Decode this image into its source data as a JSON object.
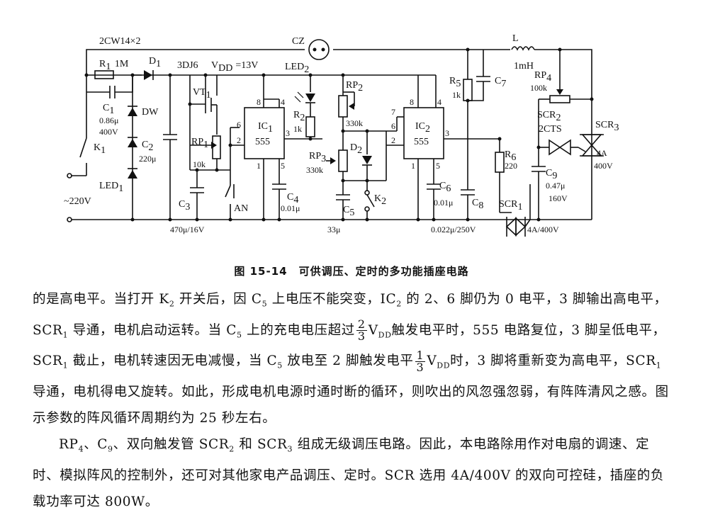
{
  "schematic": {
    "labels": {
      "zener_pair": "2CW14×2",
      "socket": "CZ",
      "inductor": "L",
      "inductor_value": "1mH",
      "r1": "R",
      "r1_sub": "1",
      "r1_value": "1M",
      "d1": "D",
      "d1_sub": "1",
      "transistor_type": "3DJ6",
      "vdd": "V",
      "vdd_sub": "DD",
      "vdd_value": "=13V",
      "led2": "LED",
      "led2_sub": "2",
      "c1": "C",
      "c1_sub": "1",
      "c1_value1": "0.86μ",
      "c1_value2": "400V",
      "dw": "DW",
      "k1": "K",
      "k1_sub": "1",
      "c2": "C",
      "c2_sub": "2",
      "c2_value": "220μ",
      "vt1": "VT",
      "vt1_sub": "1",
      "rp1": "RP",
      "rp1_sub": "1",
      "rp1_value": "10k",
      "ic1": "IC",
      "ic1_sub": "1",
      "ic1_type": "555",
      "r2": "R",
      "r2_sub": "2",
      "r2_value": "1k",
      "rp2": "RP",
      "rp2_sub": "2",
      "rp2_value": "330k",
      "rp3": "RP",
      "rp3_sub": "3",
      "rp3_value": "330k",
      "d2": "D",
      "d2_sub": "2",
      "ic2": "IC",
      "ic2_sub": "2",
      "ic2_type": "555",
      "r5": "R",
      "r5_sub": "5",
      "r5_value": "1k",
      "c7": "C",
      "c7_sub": "7",
      "rp4": "RP",
      "rp4_sub": "4",
      "rp4_value": "100k",
      "scr2": "SCR",
      "scr2_sub": "2",
      "scr2_type": "2CTS",
      "scr3": "SCR",
      "scr3_sub": "3",
      "scr3_value1": "4A",
      "scr3_value2": "400V",
      "r6": "R",
      "r6_sub": "6",
      "r6_value": "220",
      "c9": "C",
      "c9_sub": "9",
      "c9_value1": "0.47μ",
      "c9_value2": "160V",
      "led1": "LED",
      "led1_sub": "1",
      "ac": "~220V",
      "c3": "C",
      "c3_sub": "3",
      "an": "AN",
      "c4": "C",
      "c4_sub": "4",
      "c4_value": "0.01μ",
      "c5": "C",
      "c5_sub": "5",
      "k2": "K",
      "k2_sub": "2",
      "c6": "C",
      "c6_sub": "6",
      "c6_value": "0.01μ",
      "c8": "C",
      "c8_sub": "8",
      "scr1": "SCR",
      "scr1_sub": "1",
      "c23_value": "470μ/16V",
      "c5_value": "33μ",
      "c8_value": "0.022μ/250V",
      "scr1_value": "4A/400V",
      "pin8a": "8",
      "pin4a": "4",
      "pin6a": "6",
      "pin2a": "2",
      "pin3a": "3",
      "pin1a": "1",
      "pin5a": "5",
      "pin7b": "7",
      "pin8b": "8",
      "pin4b": "4",
      "pin6b": "6",
      "pin2b": "2",
      "pin3b": "3",
      "pin1b": "1",
      "pin5b": "5"
    }
  },
  "caption": "图 15-14　可供调压、定时的多功能插座电路",
  "paragraphs": {
    "p1": {
      "a": "的是高电平。当打开 K",
      "a_sub": "2",
      "b": " 开关后，因 C",
      "b_sub": "5",
      "c": " 上电压不能突变，IC",
      "c_sub": "2",
      "d": " 的 2、6 脚仍为 0 电平，3 脚输出高电平，SCR",
      "d_sub": "1",
      "e": " 导通，电机启动运转。当 C",
      "e_sub": "5",
      "f": " 上的充电电压超过",
      "frac1_num": "2",
      "frac1_den": "3",
      "g": "V",
      "g_sub": "DD",
      "h": "触发电平时，555 电路复位，3 脚呈低电平，SCR",
      "h_sub": "1",
      "i": " 截止，电机转速因无电减慢，当 C",
      "i_sub": "5",
      "j": " 放电至 2 脚触发电平",
      "frac2_num": "1",
      "frac2_den": "3",
      "k": "V",
      "k_sub": "DD",
      "l": "时，3 脚将重新变为高电平，SCR",
      "l_sub": "1",
      "m": " 导通，电机得电又旋转。如此，形成电机电源时通时断的循环，则吹出的风忽强忽弱，有阵阵清风之感。图示参数的阵风循环周期约为 25 秒左右。"
    },
    "p2": {
      "a": "RP",
      "a_sub": "4",
      "b": "、C",
      "b_sub": "9",
      "c": "、双向触发管 SCR",
      "c_sub": "2",
      "d": " 和 SCR",
      "d_sub": "3",
      "e": " 组成无级调压电路。因此，本电路除用作对电扇的调速、定时、模拟阵风的控制外，还可对其他家电产品调压、定时。SCR 选用 4A/400V 的双向可控硅，插座的负载功率可达 800W。"
    }
  }
}
